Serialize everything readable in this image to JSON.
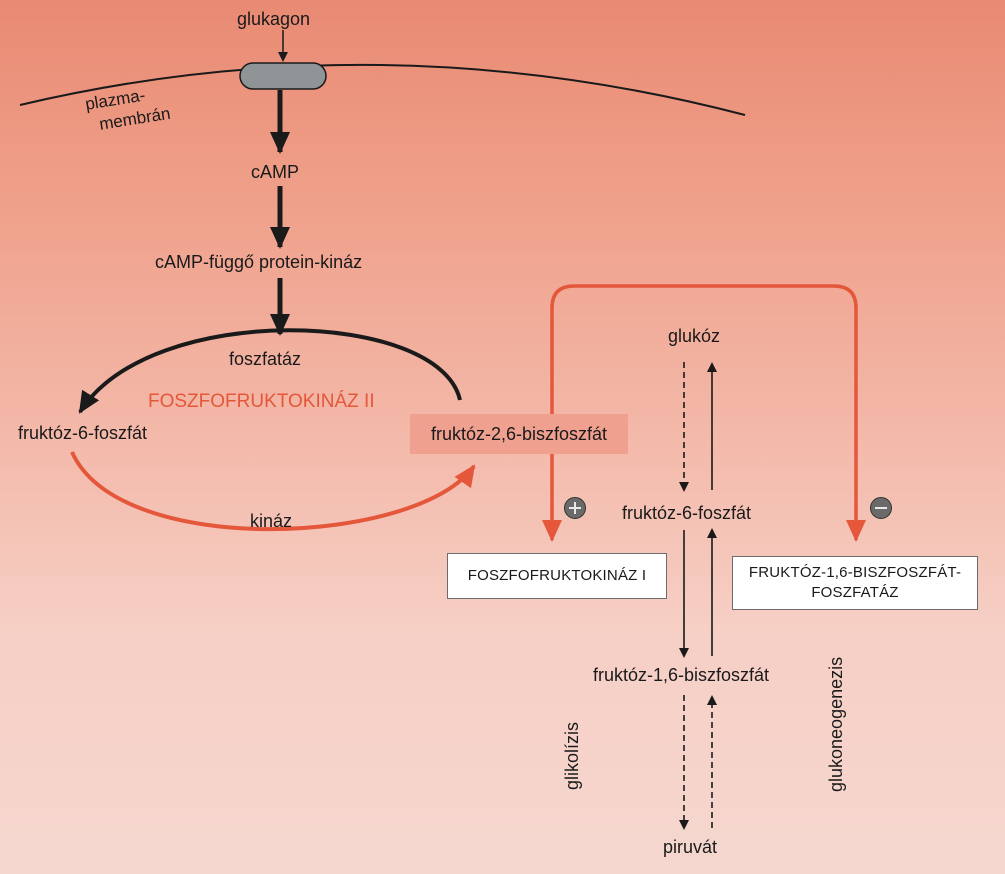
{
  "membrane_label_1": "plazma-",
  "membrane_label_2": "membrán",
  "glucagon": "glukagon",
  "camp": "cAMP",
  "camp_kinase": "cAMP-függő protein-kináz",
  "phosphatase": "foszfatáz",
  "pfk2_title": "FOSZFOFRUKTOKINÁZ II",
  "f6p_left": "fruktóz-6-foszfát",
  "f26bp": "fruktóz-2,6-biszfoszfát",
  "kinase": "kináz",
  "glucose": "glukóz",
  "f6p_center": "fruktóz-6-foszfát",
  "pfk1_box": "FOSZFOFRUKTOKINÁZ I",
  "fbpase_box_line1": "FRUKTÓZ-1,6-BISZFOSZFÁT-",
  "fbpase_box_line2": "FOSZFATÁZ",
  "f16bp": "fruktóz-1,6-biszfoszfát",
  "glycolysis": "glikolízis",
  "gluconeogenesis": "glukoneogenezis",
  "pyruvate": "piruvát",
  "colors": {
    "accent_red": "#e4573a",
    "highlight": "#f0a08f",
    "receptor": "#8f9596"
  }
}
